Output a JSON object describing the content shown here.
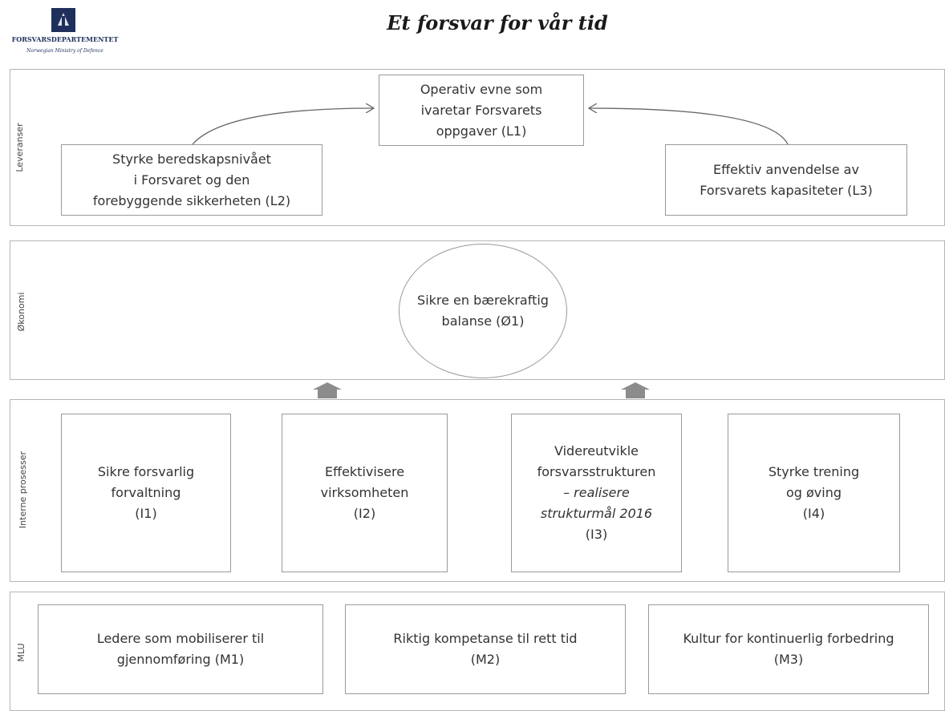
{
  "header": {
    "title": "Et forsvar for vår tid",
    "logo_name": "FORSVARSDEPARTEMENTET",
    "logo_subtitle": "Norwegian Ministry of Defence"
  },
  "bands": {
    "leveranser": {
      "label": "Leveranser",
      "l1": [
        "Operativ evne som",
        "ivaretar Forsvarets",
        "oppgaver (L1)"
      ],
      "l2": [
        "Styrke beredskapsnivået",
        "i Forsvaret og den",
        "forebyggende sikkerheten (L2)"
      ],
      "l3": [
        "Effektiv anvendelse av",
        "Forsvarets kapasiteter (L3)"
      ]
    },
    "okonomi": {
      "label": "Økonomi",
      "o1": [
        "Sikre en",
        "bærekraftig",
        "balanse",
        "(Ø1)"
      ]
    },
    "interne": {
      "label": "Interne prosesser",
      "i1": [
        "Sikre forsvarlig",
        "forvaltning",
        "(I1)"
      ],
      "i2": [
        "Effektivisere",
        "virksomheten",
        "(I2)"
      ],
      "i3": [
        "Videreutvikle",
        "forsvarsstrukturen",
        "– realisere",
        "strukturmål 2016",
        "(I3)"
      ],
      "i4": [
        "Styrke trening",
        "og øving",
        "(I4)"
      ]
    },
    "mlu": {
      "label": "MLU",
      "m1": [
        "Ledere som mobiliserer til",
        "gjennomføring (M1)"
      ],
      "m2": [
        "Riktig kompetanse til rett tid",
        "(M2)"
      ],
      "m3": [
        "Kultur for kontinuerlig forbedring",
        "(M3)"
      ]
    }
  },
  "colors": {
    "border": "#9a9a9a",
    "band_border": "#b5b5b5",
    "arrow": "#8c8c8c",
    "logo_blue": "#1e2f5c"
  }
}
